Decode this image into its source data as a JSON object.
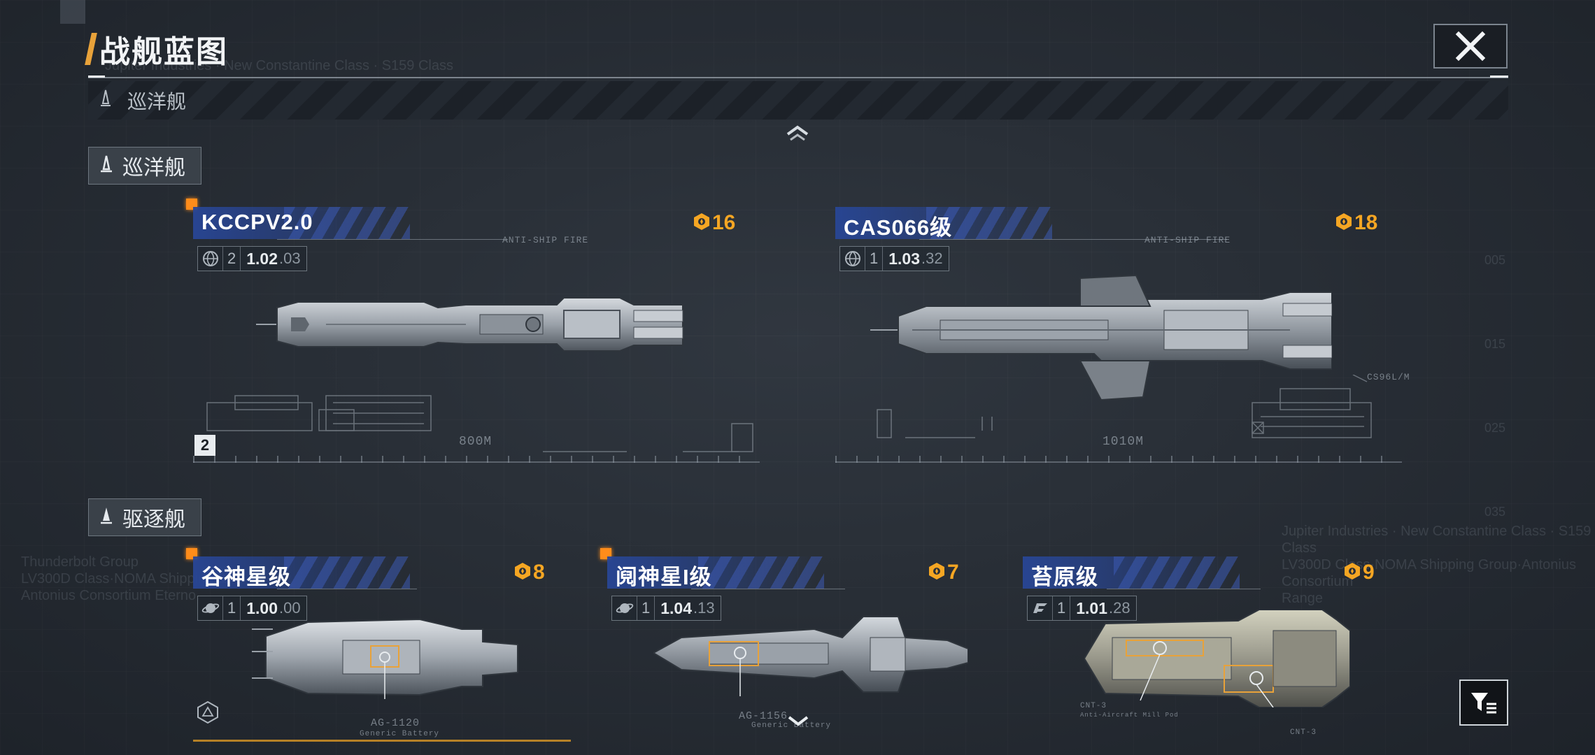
{
  "header": {
    "title": "战舰蓝图"
  },
  "category_bar": {
    "label": "巡洋舰",
    "icon": "cruiser-icon"
  },
  "sections": [
    {
      "label": "巡洋舰",
      "icon": "cruiser-icon",
      "ships": [
        {
          "name": "KCCPV2.0",
          "cost": "16",
          "count": "2",
          "stat_main": "1.02",
          "stat_sub": ".03",
          "length": "800M",
          "level": "2",
          "is_new": true,
          "type_icon": "globe-icon",
          "blueprint_note": "ANTI-SHIP FIRE"
        },
        {
          "name": "CAS066级",
          "cost": "18",
          "count": "1",
          "stat_main": "1.03",
          "stat_sub": ".32",
          "length": "1010M",
          "is_new": false,
          "type_icon": "globe-icon",
          "blueprint_note": "ANTI-SHIP FIRE",
          "blueprint_note_2": "CS96L/M"
        }
      ]
    },
    {
      "label": "驱逐舰",
      "icon": "destroyer-icon",
      "ships": [
        {
          "name": "谷神星级",
          "cost": "8",
          "count": "1",
          "stat_main": "1.00",
          "stat_sub": ".00",
          "is_new": true,
          "type_icon": "saturn-icon",
          "weapon": "AG-1120",
          "weapon_sub": "Generic Battery"
        },
        {
          "name": "阋神星I级",
          "cost": "7",
          "count": "1",
          "stat_main": "1.04",
          "stat_sub": ".13",
          "is_new": true,
          "type_icon": "saturn-icon",
          "weapon": "AG-1156",
          "weapon_sub": "Generic Battery"
        },
        {
          "name": "苔原级",
          "cost": "9",
          "count": "1",
          "stat_main": "1.01",
          "stat_sub": ".28",
          "is_new": false,
          "type_icon": "shield-icon",
          "weapon": "CNT-3",
          "weapon_2": "CNT-3",
          "weapon_sub": "Anti-Aircraft Mill Pod"
        }
      ]
    }
  ],
  "background_text": {
    "top": "Jupiter Industries · New Constantine Class · S159 Class",
    "left": "Thunderbolt Group\nLV300D Class·NOMA Shipping &\nAntonius Consortium Eterno",
    "right": "Jupiter Industries · New Constantine Class · S159 Class\nLV300D Class·NOMA Shipping Group·Antonius Consortium\nRange"
  },
  "scale_labels": [
    "005",
    "015",
    "025",
    "035"
  ],
  "colors": {
    "accent": "#f5a623",
    "new_marker": "#ff8c1a",
    "name_bar": "#28469a",
    "background": "#2a3038"
  },
  "buttons": {
    "close": "close-icon",
    "filter": "filter-icon",
    "collapse": "chevron-up-icon",
    "scroll": "chevron-down-icon"
  }
}
